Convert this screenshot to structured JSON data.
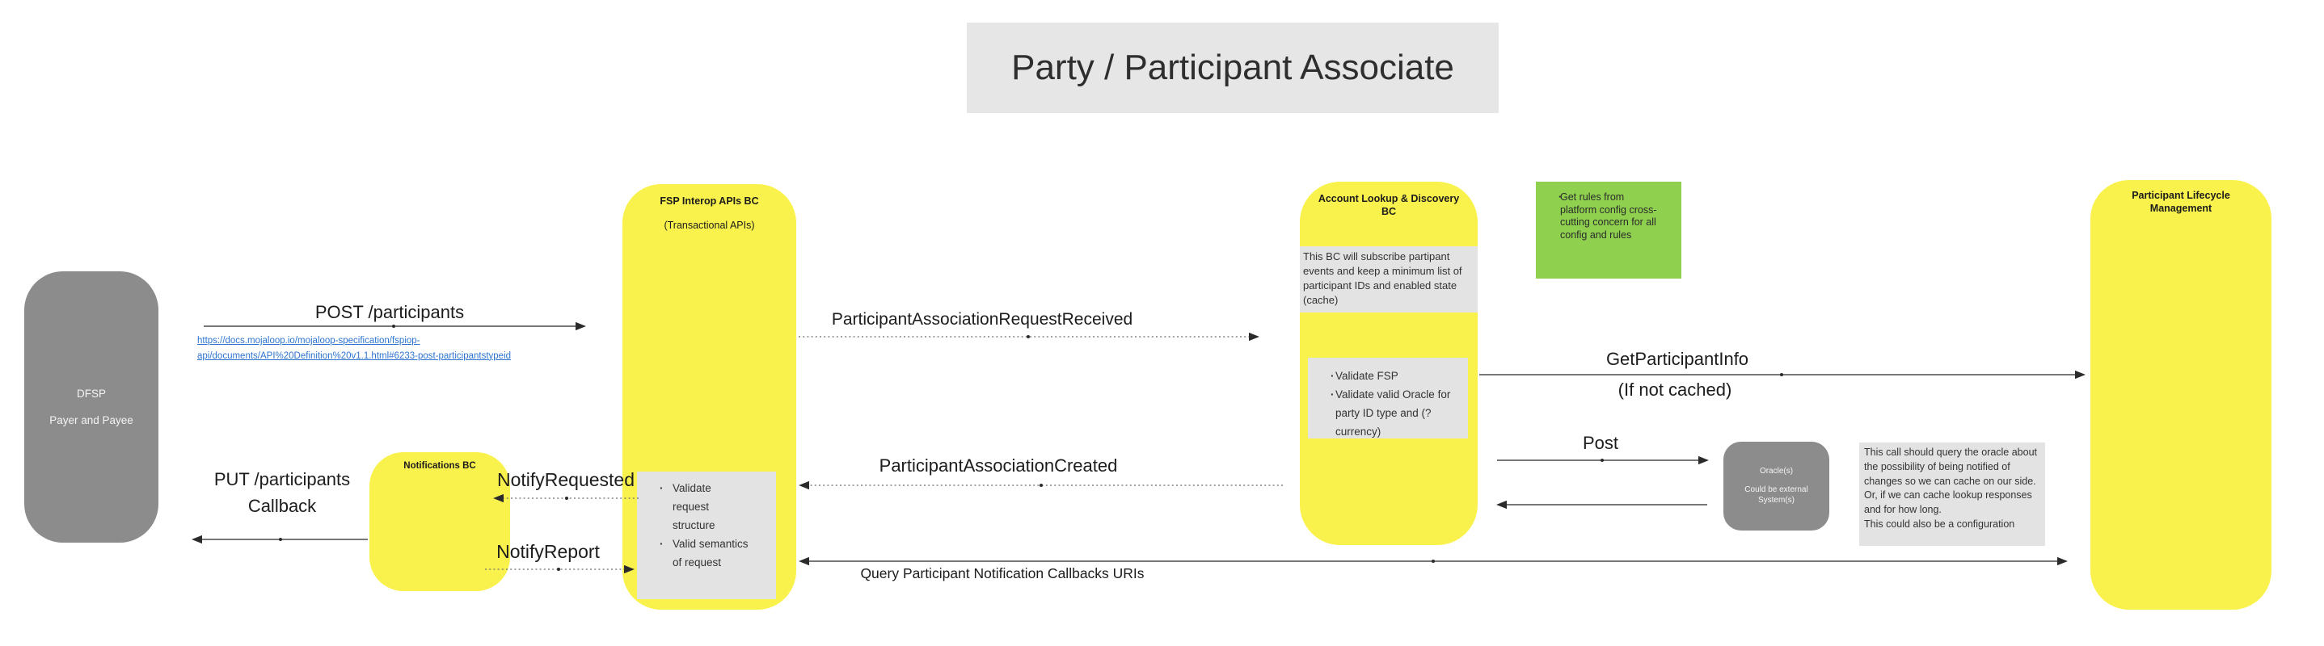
{
  "title": "Party / Participant Associate",
  "colors": {
    "actor_yellow": "#FAF24C",
    "actor_gray": "#8C8C8C",
    "note_gray": "#E3E3E3",
    "sticky_green": "#8FD14F",
    "title_bg": "#E6E6E6",
    "link_blue": "#2D74CF"
  },
  "actors": {
    "dfsp": {
      "name": "DFSP",
      "subtitle": "Payer and Payee"
    },
    "fsp_interop": {
      "name": "FSP Interop APIs BC",
      "subtitle": "(Transactional APIs)",
      "validation_note": {
        "bullets": [
          "Validate request structure",
          "Valid semantics of request"
        ]
      }
    },
    "notifications": {
      "name": "Notifications BC"
    },
    "account_lookup": {
      "name": "Account Lookup & Discovery BC",
      "subscribe_note": "This BC will subscribe partipant events and keep a minimum list of participant IDs and enabled state (cache)",
      "validation_note": {
        "bullets": [
          "Validate FSP",
          "Validate valid Oracle for party ID type and (?currency)"
        ]
      }
    },
    "oracle": {
      "name": "Oracle(s)",
      "subtitle": "Could be external\nSystem(s)"
    },
    "participant_lifecycle": {
      "name": "Participant Lifecycle Management"
    }
  },
  "sticky_notes": {
    "platform_rules": {
      "bullets": [
        "Get rules from platform config cross-cutting concern for all config and rules"
      ]
    },
    "oracle_caching": "This call should query the oracle about the possibility of being notified of changes so we can cache on our side. Or, if we can cache lookup responses and for how long.\nThis could also be a configuration"
  },
  "messages": {
    "post_participants": {
      "label": "POST /participants",
      "link": "https://docs.mojaloop.io/mojaloop-specification/fspiop-\napi/documents/API%20Definition%20v1.1.html#6233-post-participantstypeid"
    },
    "request_received": {
      "label": "ParticipantAssociationRequestReceived"
    },
    "get_participant_info": {
      "label": "GetParticipantInfo",
      "qualifier": "(If not cached)"
    },
    "post_to_oracle": {
      "label": "Post"
    },
    "association_created": {
      "label": "ParticipantAssociationCreated"
    },
    "notify_requested": {
      "label": "NotifyRequested"
    },
    "notify_report": {
      "label": "NotifyReport"
    },
    "put_participants_callback": {
      "label": "PUT /participants\nCallback"
    },
    "query_callbacks": {
      "label": "Query Participant Notification Callbacks URIs"
    }
  }
}
